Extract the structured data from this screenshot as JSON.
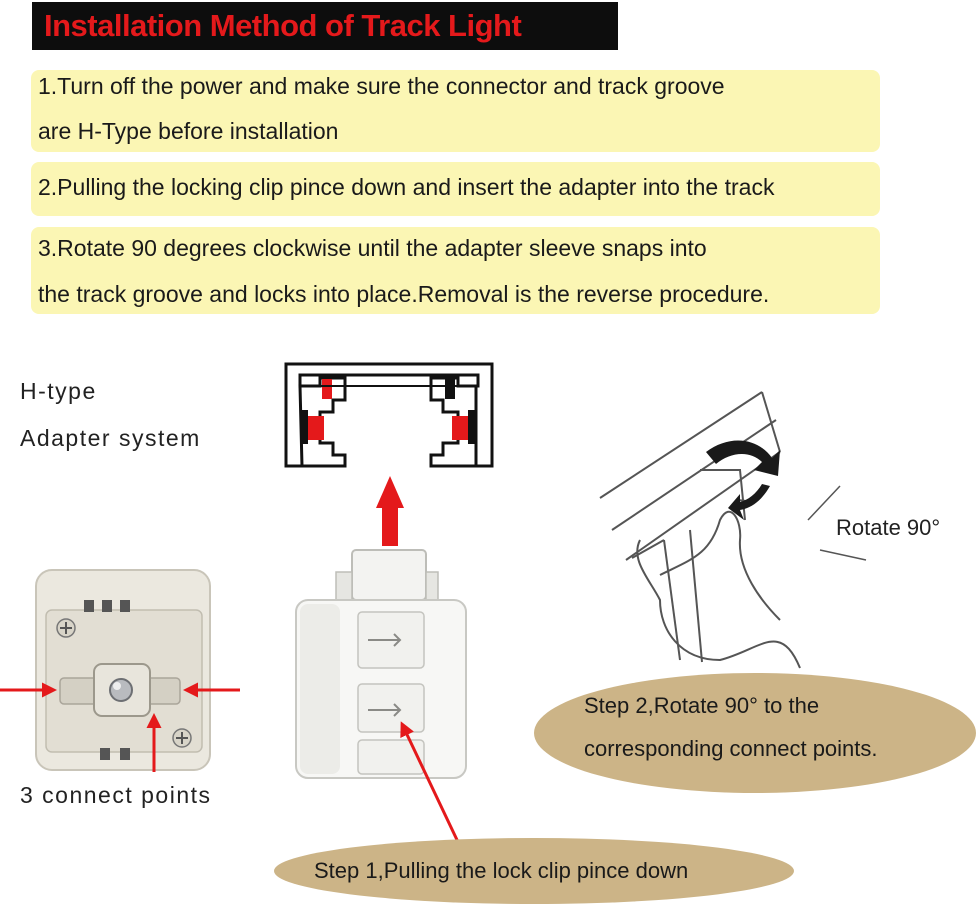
{
  "title": "Installation Method of Track Light",
  "steps": [
    {
      "lines": [
        "1.Turn off the power and make sure the connector and track groove",
        "are H-Type before installation"
      ]
    },
    {
      "lines": [
        "2.Pulling the locking clip pince down and insert the adapter into the track"
      ]
    },
    {
      "lines": [
        "3.Rotate 90 degrees clockwise until the adapter sleeve snaps into",
        "the track groove and locks into place.Removal is the reverse procedure."
      ]
    }
  ],
  "labels": {
    "system_line1": "H-type",
    "system_line2": "Adapter system",
    "connect_points": "3 connect points",
    "rotate": "Rotate 90°"
  },
  "callouts": {
    "step2_line1": "Step 2,Rotate 90° to the",
    "step2_line2": "corresponding connect points.",
    "step1": "Step 1,Pulling the lock clip pince down"
  },
  "colors": {
    "title_bg": "#0d0d0d",
    "title_text": "#e4191b",
    "step_bg": "#fbf6b4",
    "callout_bg": "#ccb487",
    "arrow_red": "#e4191b"
  },
  "icons": [
    "track-profile-diagram",
    "adapter-bottom-view",
    "adapter-side-view",
    "hand-rotate-illustration",
    "red-arrow-icon",
    "rotate-arrow-icon"
  ]
}
